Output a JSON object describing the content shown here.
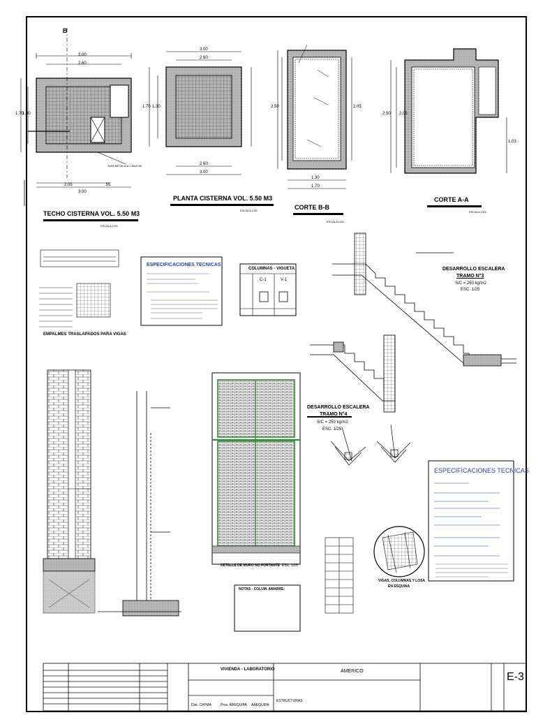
{
  "views": {
    "techo": {
      "title": "TECHO CISTERNA VOL. 5.50 M3",
      "scale": "ESCALA 1/25",
      "dims_top": [
        "3.00",
        "2.60"
      ],
      "dims_left": [
        "1.70",
        "1.30"
      ],
      "dims_bottom": [
        "2.05",
        ".55",
        "3.00"
      ],
      "note": "TAPA METALICA 0.80x0.80"
    },
    "planta": {
      "title": "PLANTA CISTERNA VOL. 5.50 M3",
      "scale": "ESCALA 1/25",
      "dims_top": [
        "3.00",
        "2.60"
      ],
      "dims_left": [
        "1.70",
        "1.30"
      ],
      "dims_bottom": [
        "2.60",
        "3.00"
      ]
    },
    "corte_bb": {
      "title": "CORTE B-B",
      "scale": "ESCALA 1/25",
      "dims_left": [
        "2.50",
        "2.05"
      ],
      "dims_bottom": [
        "1.30",
        "1.70"
      ]
    },
    "corte_aa": {
      "title": "CORTE A-A",
      "scale": "ESCALA 1/25",
      "dims_left": [
        "2.50",
        "2.05"
      ],
      "dims_right": [
        "1.03"
      ]
    },
    "section_marker": "B"
  },
  "empalmes": {
    "title": "EMPALMES TRASLAPADOS PARA VIGAS"
  },
  "spec1": {
    "title": "ESPECIFICACIONES TECNICAS"
  },
  "columnas": {
    "title": "COLUMNAS - VIGUETA",
    "col_a": "C-1",
    "col_b": "V-1"
  },
  "escalera3": {
    "title": "DESARROLLO ESCALERA",
    "tramo": "TRAMO N°3",
    "load": "S/C = 250 kg/m2",
    "scale": "ESC. 1/25"
  },
  "escalera4": {
    "title": "DESARROLLO ESCALERA",
    "tramo": "TRAMO N°4",
    "load": "S/C = 250 kg/m2",
    "scale": "ESC. 1/25"
  },
  "muro": {
    "title": "DETALLE DE MURO NO PORTANTE",
    "scale": "ESC. 1/25"
  },
  "notas": {
    "title": "NOTAS - COLUM. AMARRE:"
  },
  "vigas_esquina": {
    "title": "VIGAS, COLUMNAS Y LOSA",
    "subtitle": "EN ESQUINA"
  },
  "spec2": {
    "title": "ESPECIFICACIONES TECNICAS"
  },
  "titleblock": {
    "project": "VIVIENDA - LABORATORIO",
    "owner": "AMERICO",
    "sheet": "E-3",
    "subject": "ESTRUCTURAS",
    "district": "Dist. CAYMA",
    "province": "Prov. AREQUIPA",
    "region": "AREQUIPA"
  },
  "colors": {
    "ink": "#000000",
    "spec_blue": "#1f3fbf",
    "rebar_green": "#2e8b2e",
    "hatch": "#9a9a9a"
  }
}
